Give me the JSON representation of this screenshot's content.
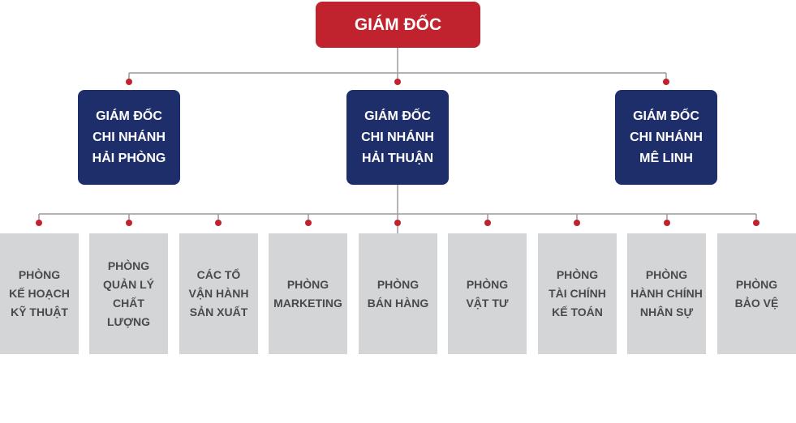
{
  "director": {
    "label": "GIÁM ĐỐC"
  },
  "branches": [
    {
      "label": "GIÁM ĐỐC\nCHI NHÁNH\nHẢI PHÒNG"
    },
    {
      "label": "GIÁM ĐỐC\nCHI NHÁNH\nHẢI THUẬN"
    },
    {
      "label": "GIÁM ĐỐC\nCHI NHÁNH\nMÊ LINH"
    }
  ],
  "departments": [
    {
      "label": "PHÒNG\nKẾ HOẠCH\nKỸ THUẬT"
    },
    {
      "label": "PHÒNG\nQUẢN LÝ\nCHẤT\nLƯỢNG"
    },
    {
      "label": "CÁC TỔ\nVẬN HÀNH\nSẢN XUẤT"
    },
    {
      "label": "PHÒNG\nMARKETING"
    },
    {
      "label": "PHÒNG\nBÁN HÀNG"
    },
    {
      "label": "PHÒNG\nVẬT TƯ"
    },
    {
      "label": "PHÒNG\nTÀI CHÍNH\nKẾ TOÁN"
    },
    {
      "label": "PHÒNG\nHÀNH CHÍNH\nNHÂN SỰ"
    },
    {
      "label": "PHÒNG\nBẢO VỆ"
    }
  ],
  "colors": {
    "director_fill": "#c0222e",
    "branch_fill": "#1e2e6b",
    "department_fill": "#d4d5d7",
    "connector_line": "#9a9a9a",
    "connector_dot": "#c0222e"
  }
}
